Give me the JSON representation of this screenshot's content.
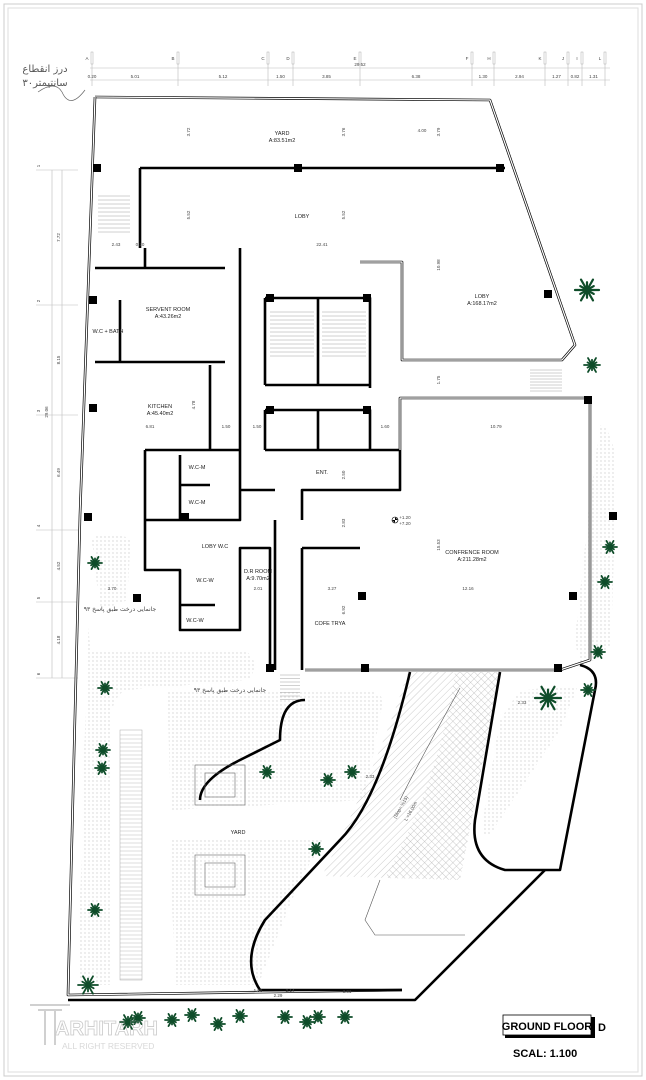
{
  "grid": {
    "columns": [
      "A",
      "B",
      "C",
      "D",
      "E",
      "F",
      "H",
      "K",
      "J",
      "I",
      "L"
    ],
    "column_dims": [
      "0.20",
      "5.01",
      "5.12",
      "1.50",
      "3.85",
      "6.38",
      "1.30",
      "2.94",
      "1.27",
      "0.82",
      "1.31"
    ],
    "column_total": "29.52",
    "rows": [
      "1",
      "2",
      "3",
      "4",
      "5",
      "6"
    ],
    "row_dims": [
      "7.72",
      "8.15",
      "6.49",
      "4.52",
      "4.18"
    ],
    "row_total": "29.06"
  },
  "rooms": {
    "yard_top": {
      "name": "YARD",
      "area": "A:83.51m2"
    },
    "loby_1": {
      "name": "LOBY"
    },
    "loby_2": {
      "name": "LOBY",
      "area": "A:168.17m2"
    },
    "servent": {
      "name": "SERVENT ROOM",
      "area": "A:43.26m2"
    },
    "wc_bath": {
      "name": "W.C + BATH"
    },
    "kitchen": {
      "name": "KITCHEN",
      "area": "A:45.40m2"
    },
    "wc_m1": {
      "name": "W.C-M"
    },
    "wc_m2": {
      "name": "W.C-M"
    },
    "loby_wc": {
      "name": "LOBY W.C"
    },
    "wc_w1": {
      "name": "W.C-W"
    },
    "wc_w2": {
      "name": "W.C-W"
    },
    "dr_room": {
      "name": "D.R ROOM",
      "area": "A:9.70m2"
    },
    "ent": {
      "name": "ENT."
    },
    "cofe": {
      "name": "COFE TRYA"
    },
    "conference": {
      "name": "CONFRENCE ROOM",
      "area": "A:211.28m2"
    },
    "yard_bottom": {
      "name": "YARD"
    }
  },
  "ramp": {
    "slope": "(Slop= %15)",
    "length": "L =16.00m"
  },
  "level": {
    "upper": "+1.20",
    "lower": "+7.20"
  },
  "inner_dims": {
    "d400": "4.00",
    "d372": "3.72",
    "d376": "3.76",
    "d379": "3.79",
    "d552a": "5.52",
    "d552b": "5.52",
    "d243": "2.43",
    "d020": "0.20",
    "d2241": "22.41",
    "d1098": "10.98",
    "d150a": "1.50",
    "d150b": "1.50",
    "d681": "6.81",
    "d1079": "10.79",
    "d1553": "15.53",
    "d1216": "12.16",
    "d327": "3.27",
    "d692": "6.92",
    "d201": "2.01",
    "d370": "3.70",
    "d478": "4.78",
    "d233a": "2.33",
    "d233b": "2.33",
    "d198": "1.98",
    "d229": "2.29",
    "d214": "2.14",
    "d301": "3.01",
    "d283": "2.83",
    "d250": "2.50",
    "d175": "1.75",
    "d160": "1.60"
  },
  "notes": {
    "joint_line1": "درز انقطاع",
    "joint_line2": "۳۰سانتیمتر",
    "tree_note_1": "جانمایی درخت طبق پاسخ ۹۳",
    "tree_note_2": "جانمایی درخت طبق پاسخ ۹۳"
  },
  "title_block": {
    "title": "GROUND FLOOR",
    "section": "D",
    "scale": "SCAL: 1.100"
  },
  "watermark": {
    "brand": "ARHITARH",
    "rights": "ALL RIGHT RESERVED"
  },
  "colors": {
    "wall": "#000000",
    "tree": "#0f4d2a",
    "hatch": "#999999"
  }
}
